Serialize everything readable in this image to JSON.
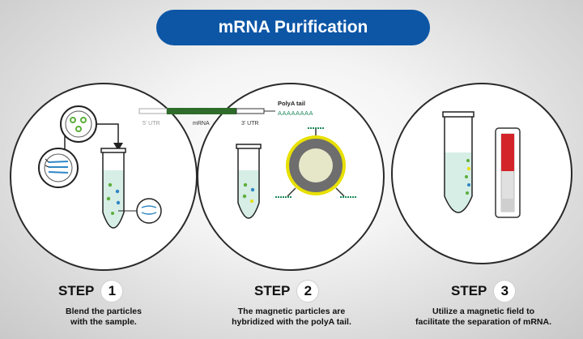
{
  "title": "mRNA Purification",
  "diagram_labels": {
    "utr5": "5' UTR",
    "mrna": "mRNA",
    "utr3": "3' UTR",
    "polya_tail": "PolyA tail",
    "polya_seq": "AAAAAAAA"
  },
  "steps": [
    {
      "word": "STEP",
      "number": "1",
      "line1": "Blend the particles",
      "line2": "with the sample."
    },
    {
      "word": "STEP",
      "number": "2",
      "line1": "The magnetic particles are",
      "line2": "hybridized with the polyA tail."
    },
    {
      "word": "STEP",
      "number": "3",
      "line1": "Utilize a magnetic field to",
      "line2": "facilitate the separation of mRNA."
    }
  ],
  "colors": {
    "banner": "#0d56a6",
    "mrna_strand": "#2f6b2a",
    "bead_ring": "#e8e000",
    "magnet_red": "#d3242a",
    "particle_green": "#5cae3a",
    "particle_blue": "#2f86c6",
    "liquid": "#d6eee6"
  }
}
